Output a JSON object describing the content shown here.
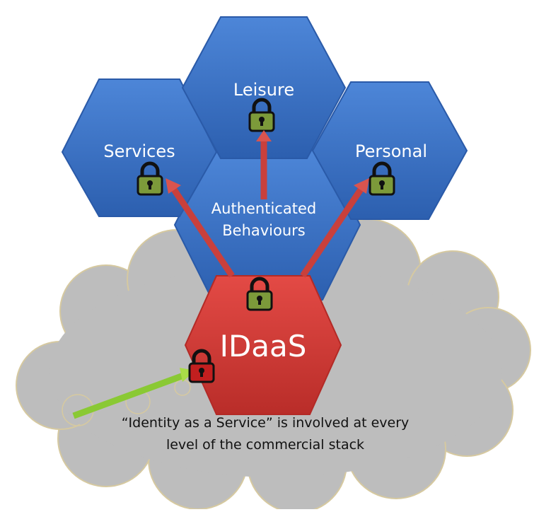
{
  "nodes": {
    "leisure": {
      "label": "Leisure"
    },
    "services": {
      "label": "Services"
    },
    "personal": {
      "label": "Personal"
    },
    "center": {
      "line1": "Authenticated",
      "line2": "Behaviours"
    },
    "idaas": {
      "label": "IDaaS"
    }
  },
  "caption": {
    "line1": "“Identity as a Service” is involved at every",
    "line2": "level of the commercial stack"
  },
  "colors": {
    "hex_blue": "#3f74c8",
    "hex_blue_dark": "#2a5aa8",
    "hex_red": "#d63b37",
    "hex_red_dark": "#b32a26",
    "cloud": "#bdbdbd",
    "cloud_edge": "#d6c9a0",
    "arrow_red": "#d9544f",
    "arrow_green": "#9ad23c",
    "lock_green": "#7c9a3a",
    "lock_red": "#c21f1f"
  }
}
